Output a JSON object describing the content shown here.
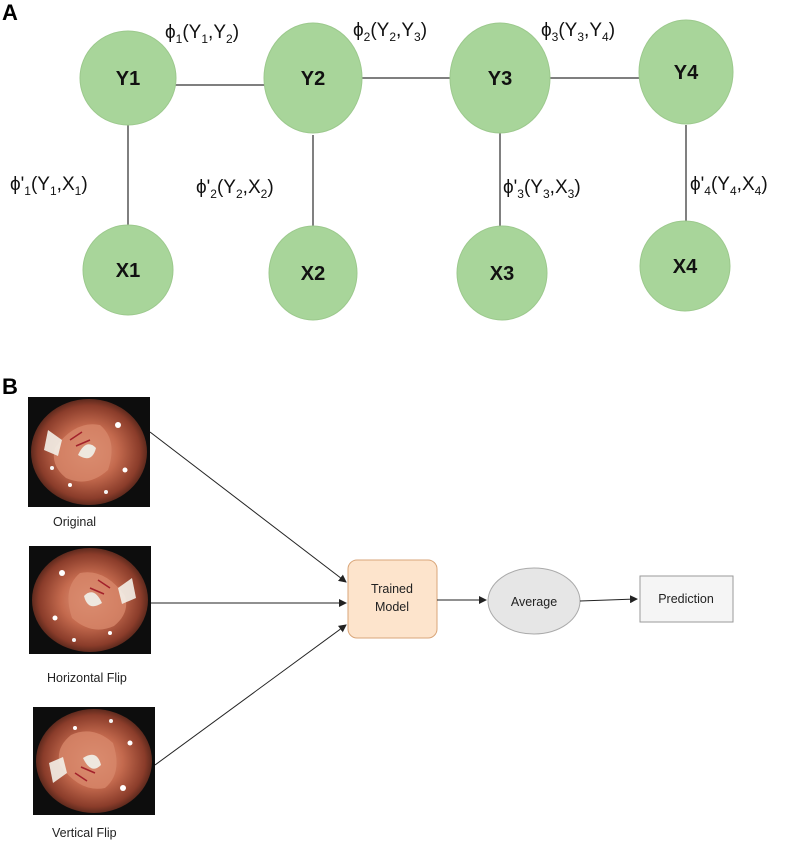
{
  "panels": {
    "a_label": "A",
    "b_label": "B"
  },
  "crf": {
    "y_nodes": [
      "Y1",
      "Y2",
      "Y3",
      "Y4"
    ],
    "x_nodes": [
      "X1",
      "X2",
      "X3",
      "X4"
    ],
    "pair_potentials": [
      {
        "phi": "ϕ",
        "idx": "1",
        "a": "Y",
        "ai": "1",
        "b": "Y",
        "bi": "2"
      },
      {
        "phi": "ϕ",
        "idx": "2",
        "a": "Y",
        "ai": "2",
        "b": "Y",
        "bi": "3"
      },
      {
        "phi": "ϕ",
        "idx": "3",
        "a": "Y",
        "ai": "3",
        "b": "Y",
        "bi": "4"
      }
    ],
    "unary_potentials": [
      {
        "phi": "ϕ'",
        "idx": "1",
        "a": "Y",
        "ai": "1",
        "b": "X",
        "bi": "1"
      },
      {
        "phi": "ϕ'",
        "idx": "2",
        "a": "Y",
        "ai": "2",
        "b": "X",
        "bi": "2"
      },
      {
        "phi": "ϕ'",
        "idx": "3",
        "a": "Y",
        "ai": "3",
        "b": "X",
        "bi": "3"
      },
      {
        "phi": "ϕ'",
        "idx": "4",
        "a": "Y",
        "ai": "4",
        "b": "X",
        "bi": "4"
      }
    ],
    "node_color": "#a8d59a",
    "node_stroke": "#9cc98d"
  },
  "pipeline": {
    "images": [
      "Original",
      "Horizontal Flip",
      "Vertical Flip"
    ],
    "model_label_1": "Trained",
    "model_label_2": "Model",
    "average_label": "Average",
    "prediction_label": "Prediction",
    "model_fill": "#fde4cc",
    "average_fill": "#e6e6e6",
    "prediction_fill": "#f5f5f5"
  }
}
